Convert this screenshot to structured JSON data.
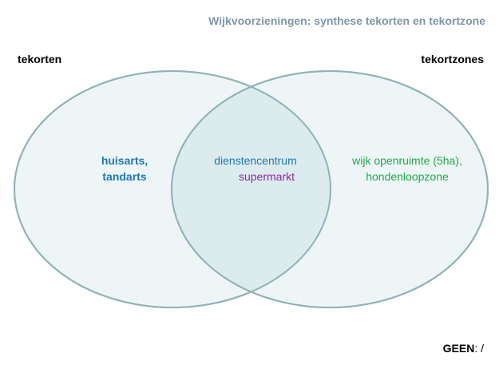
{
  "title": "Wijkvoorzieningen: synthese tekorten en tekortzone",
  "sets": {
    "left": "tekorten",
    "right": "tekortzones"
  },
  "regions": {
    "left_only": [
      "huisarts,",
      "tandarts"
    ],
    "intersection": [
      "dienstencentrum",
      "supermarkt"
    ],
    "right_only": [
      "wijk openruimte (5ha),",
      "hondenloopzone"
    ]
  },
  "footer": {
    "key": "GEEN",
    "value": ": /"
  },
  "colors": {
    "circle_fill": "#eef5f6",
    "circle_stroke": "#8fb3b6",
    "overlap_fill": "#dcebed",
    "title": "#7f95aa",
    "blue": "#1f78b4",
    "purple": "#8b2aa6",
    "green": "#1faa4a"
  }
}
